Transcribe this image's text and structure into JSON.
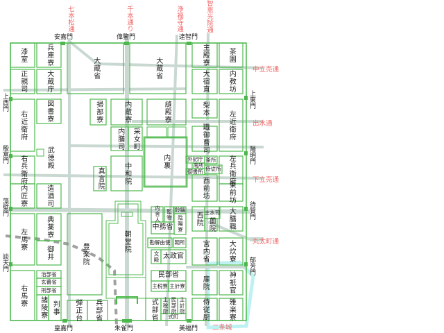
{
  "title": "平安宮 大内裏 図",
  "colors": {
    "wall": "#4cb84c",
    "road": "#c9d9d2",
    "street_label": "#f06a6a",
    "dashed": "#a0a0a0",
    "castle": "#aeeeee"
  },
  "buildings": [
    "漆室",
    "兵庫寮",
    "正親司",
    "大蔵庁",
    "右近衛府",
    "図書寮",
    "右兵衛府",
    "内匠寮",
    "造酒司",
    "左馬寮",
    "典薬寮",
    "御井",
    "右馬寮",
    "治部省",
    "玄蕃省",
    "刑部省",
    "諸陵寮",
    "判事",
    "大蔵省",
    "大蔵省",
    "掃部寮",
    "内蔵寮",
    "縫殿寮",
    "内膳司",
    "采女町",
    "中和院",
    "真言院",
    "内裏",
    "豊楽院",
    "朝堂院",
    "弾正台",
    "兵部省",
    "主殿寮",
    "茶園",
    "大宿直",
    "内教坊",
    "梨本",
    "左近衛府",
    "職御曹司",
    "外記庁",
    "南所",
    "御書所",
    "釜所",
    "侍従所",
    "西前坊",
    "左兵衛府",
    "東前坊",
    "西院",
    "主水司",
    "薗院",
    "大膳職",
    "宮内省",
    "大炊寮",
    "廩院",
    "神祇官",
    "侍従厨",
    "雅楽寮",
    "内舎人",
    "監物",
    "鈴鑰",
    "陰陽寮",
    "中務省",
    "勘解由使",
    "朝所",
    "文殿",
    "太政官",
    "民部省",
    "主税寮",
    "主計寮",
    "式部省",
    "主税厨",
    "民部厨",
    "主計厨",
    "式町",
    "武徳殿"
  ],
  "gates": {
    "north": [
      "安嘉門",
      "偉鑒門",
      "達智門"
    ],
    "south": [
      "皇嘉門",
      "朱雀門",
      "美福門"
    ],
    "west": [
      "上西門",
      "殷富門",
      "藻壁門",
      "談天門"
    ],
    "east": [
      "上東門",
      "陽明門",
      "待賢門",
      "郁芳門"
    ]
  },
  "streets": {
    "vertical": [
      "七本松通",
      "千本通り",
      "浄福寺通",
      "智恵光院通"
    ],
    "horizontal": [
      "中立売通",
      "出水通",
      "下立売通",
      "丸太町通"
    ],
    "castle": "二条城"
  }
}
